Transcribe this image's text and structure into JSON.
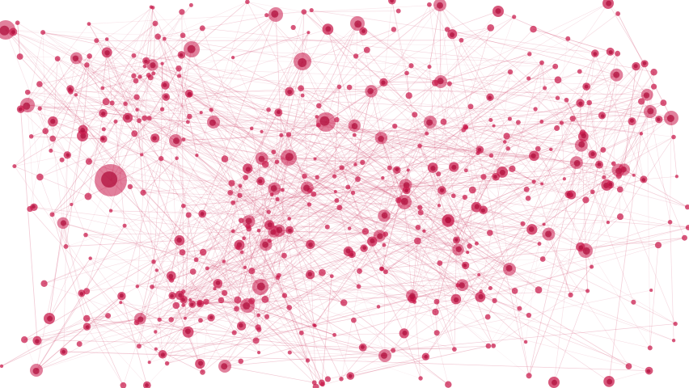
{
  "scene": {
    "subject": "network-graph",
    "background_color": "#ffffff",
    "node_color": "#c8174a",
    "node_core_color": "#b0103e",
    "link_color": "#d6587a",
    "node_count": 520,
    "link_density": 3
  }
}
